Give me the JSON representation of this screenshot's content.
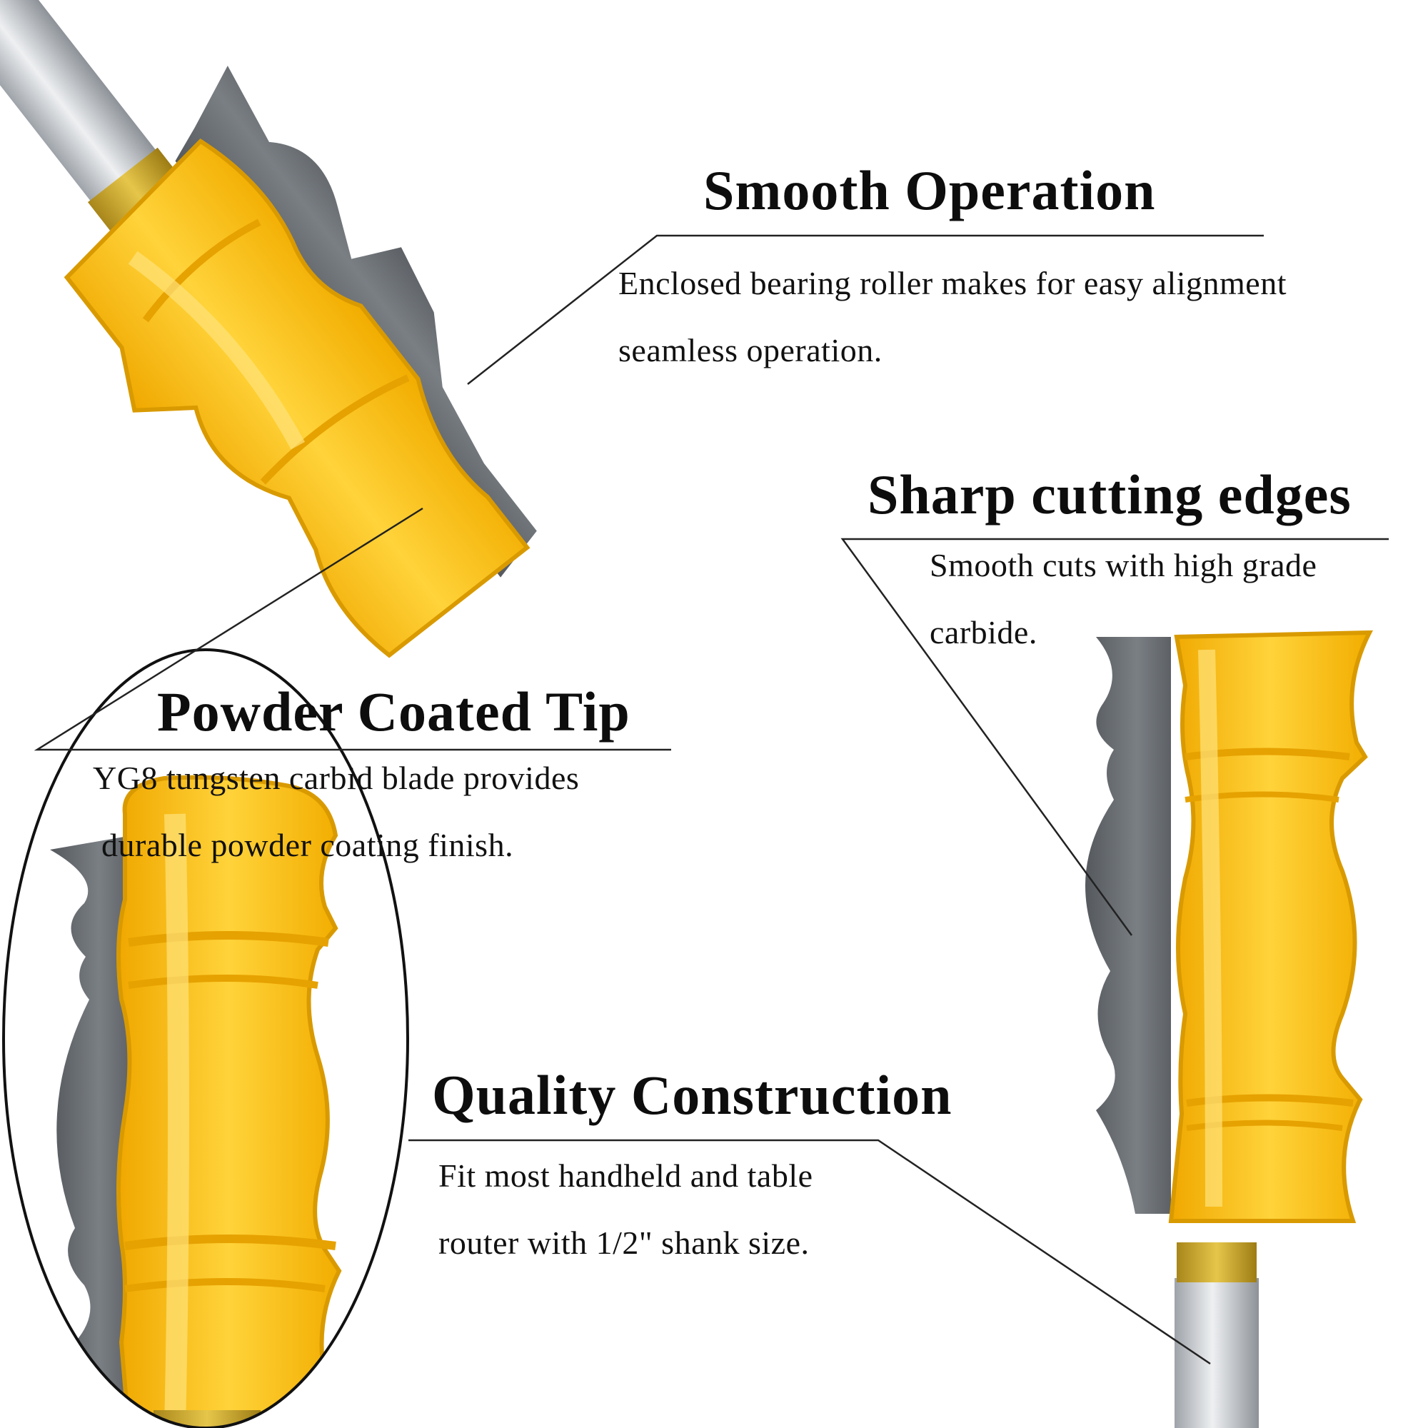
{
  "features": [
    {
      "title": "Smooth Operation",
      "lines": [
        "Enclosed bearing roller makes for easy alignment",
        "seamless operation."
      ]
    },
    {
      "title": "Sharp cutting edges",
      "lines": [
        "Smooth cuts with high grade",
        "carbide."
      ]
    },
    {
      "title": "Powder Coated Tip",
      "lines": [
        "YG8 tungsten carbid blade provides",
        "durable powder coating finish."
      ]
    },
    {
      "title": "Quality Construction",
      "lines": [
        "Fit most handheld and table",
        "router with 1/2\" shank size."
      ]
    }
  ],
  "colors": {
    "coating_yellow": "#f5b800",
    "coating_highlight": "#ffd84a",
    "coating_edge": "#e0a000",
    "carbide_gray": "#6f7479",
    "carbide_dark": "#4e5257",
    "shank_silver": "#c8ccd1",
    "brass_collar": "#c9a227",
    "leader_line": "#222222"
  },
  "icons": [
    "router-bit-angled",
    "router-bit-upright",
    "router-bit-closeup",
    "zoom-ellipse"
  ]
}
